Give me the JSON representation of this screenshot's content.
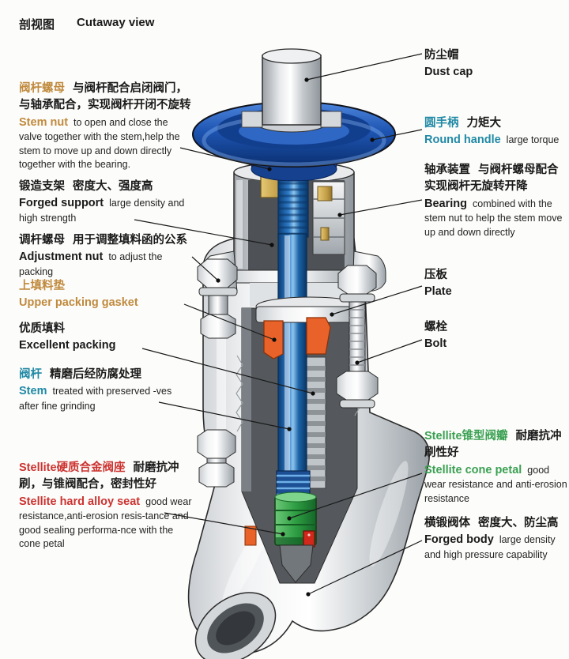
{
  "header": {
    "title_cn": "剖视图",
    "title_en": "Cutaway view"
  },
  "colors": {
    "background": "#fcfcfa",
    "accent_orange": "#c08a3e",
    "accent_teal": "#2089a5",
    "accent_red": "#cc3330",
    "accent_green": "#3aa052",
    "text_black": "#1a1a1a",
    "handwheel_blue": "#1e55b2",
    "stem_blue": "#2f7cc9",
    "brass_nut": "#c5a04a",
    "packing_orange": "#e8622a",
    "cone_petal_green": "#2e9e43",
    "seat_red": "#d0281a",
    "body_gray": "#c9cdd1"
  },
  "labels": {
    "left": [
      {
        "id": "stem-nut",
        "accent": "#c08a3e",
        "cn_title": "阀杆螺母",
        "cn_desc": "与阀杆配合启闭阀门，与轴承配合，实现阀杆开闭不旋转",
        "en_title": "Stem nut",
        "en_desc": "to open and close the valve together with the stem,help the stem to move up and down directly together with the bearing."
      },
      {
        "id": "forged-support",
        "accent": "#1a1a1a",
        "cn_title": "锻造支架",
        "cn_desc": "密度大、强度高",
        "en_title": "Forged support",
        "en_desc": "large density and high strength"
      },
      {
        "id": "adjustment-nut",
        "accent": "#1a1a1a",
        "cn_title": "调杆螺母",
        "cn_desc": "用于调整填料函的公系",
        "en_title": "Adjustment nut",
        "en_desc": "to adjust the packing"
      },
      {
        "id": "upper-packing-gasket",
        "accent": "#c08a3e",
        "cn_title": "上填料垫",
        "cn_desc": "",
        "en_title": "Upper packing gasket",
        "en_desc": ""
      },
      {
        "id": "excellent-packing",
        "accent": "#1a1a1a",
        "cn_title": "优质填料",
        "cn_desc": "",
        "en_title": "Excellent packing",
        "en_desc": ""
      },
      {
        "id": "stem",
        "accent": "#2089a5",
        "cn_title": "阀杆",
        "cn_desc": "精磨后经防腐处理",
        "en_title": "Stem",
        "en_desc": "treated with preserved -ves after fine grinding"
      },
      {
        "id": "stellite-hard-alloy-seat",
        "accent": "#cc3330",
        "cn_title": "Stellite硬质合金阀座",
        "cn_desc": "耐磨抗冲刷，与锥阀配合，密封性好",
        "en_title": "Stellite hard alloy seat",
        "en_desc": "good wear resistance,anti-erosion resis-tance and good sealing performa-nce with the cone petal"
      }
    ],
    "right": [
      {
        "id": "dust-cap",
        "accent": "#1a1a1a",
        "cn_title": "防尘帽",
        "cn_desc": "",
        "en_title": "Dust cap",
        "en_desc": ""
      },
      {
        "id": "round-handle",
        "accent": "#2089a5",
        "cn_title": "圆手柄",
        "cn_desc": "力矩大",
        "en_title": "Round handle",
        "en_desc": "large torque"
      },
      {
        "id": "bearing",
        "accent": "#1a1a1a",
        "cn_title": "轴承装置",
        "cn_desc": "与阀杆螺母配合实现阀杆无旋转开降",
        "en_title": "Bearing",
        "en_desc": "combined with the stem nut to help the stem move up and down directly"
      },
      {
        "id": "plate",
        "accent": "#1a1a1a",
        "cn_title": "压板",
        "cn_desc": "",
        "en_title": "Plate",
        "en_desc": ""
      },
      {
        "id": "bolt",
        "accent": "#1a1a1a",
        "cn_title": "螺栓",
        "cn_desc": "",
        "en_title": "Bolt",
        "en_desc": ""
      },
      {
        "id": "stellite-cone-petal",
        "accent": "#3aa052",
        "cn_title": "Stellite锥型阀瓣",
        "cn_desc": "耐磨抗冲刷性好",
        "en_title": "Stellite cone petal",
        "en_desc": "good wear resistance and anti-erosion resistance"
      },
      {
        "id": "forged-body",
        "accent": "#1a1a1a",
        "cn_title": "横锻阀体",
        "cn_desc": "密度大、防尘高",
        "en_title": "Forged body",
        "en_desc": "large density and high pressure capability"
      }
    ]
  }
}
